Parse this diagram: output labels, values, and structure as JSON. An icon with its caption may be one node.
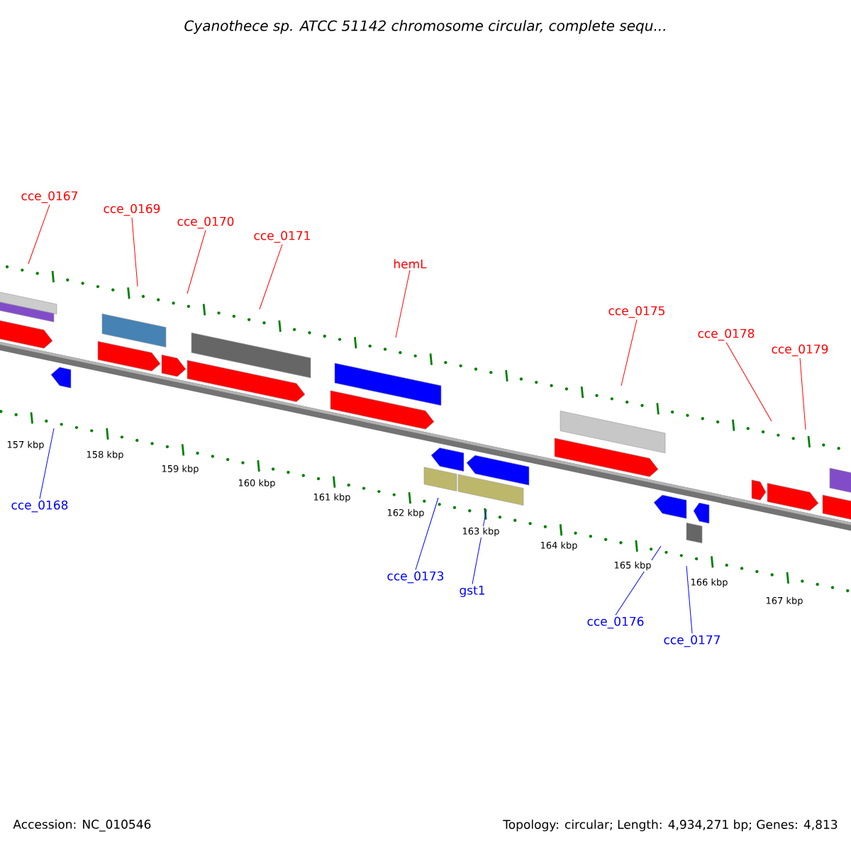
{
  "diagram": {
    "title": "Cyanothece sp. ATCC 51142 chromosome circular, complete sequ...",
    "nodes": [
      {
        "text": [
          "cce_0167"
        ]
      },
      {
        "text": [
          "cce_0168"
        ]
      },
      {
        "text": [
          "cce_0169"
        ]
      },
      {
        "text": [
          "cce_0170"
        ]
      },
      {
        "text": [
          "cce_0171"
        ]
      },
      {
        "text": [
          "hemL"
        ]
      },
      {
        "text": [
          "cce_0173"
        ]
      },
      {
        "text": [
          "gst1"
        ]
      },
      {
        "text": [
          "cce_0175"
        ]
      },
      {
        "text": [
          "cce_0176"
        ]
      },
      {
        "text": [
          "cce_0177"
        ]
      },
      {
        "text": [
          "cce_0178"
        ]
      },
      {
        "text": [
          "cce_0179"
        ]
      }
    ],
    "edges": [
      {
        "from": 0,
        "to": null,
        "arrow": "none"
      },
      {
        "from": 1,
        "to": null,
        "arrow": "none",
        "color": "#0000ff"
      },
      {
        "from": 2,
        "to": null,
        "arrow": "none"
      },
      {
        "from": 3,
        "to": null,
        "arrow": "none"
      },
      {
        "from": 4,
        "to": null,
        "arrow": "none"
      },
      {
        "from": 5,
        "to": null,
        "arrow": "none"
      },
      {
        "from": 6,
        "to": null,
        "arrow": "none",
        "color": "#0000ff"
      },
      {
        "from": 7,
        "to": null,
        "arrow": "none",
        "color": "#0000ff"
      },
      {
        "from": 8,
        "to": null,
        "arrow": "none"
      },
      {
        "from": 9,
        "to": null,
        "arrow": "none",
        "color": "#0000ff"
      },
      {
        "from": 10,
        "to": null,
        "arrow": "none",
        "color": "#0000ff"
      },
      {
        "from": 11,
        "to": null,
        "arrow": "none"
      },
      {
        "from": 12,
        "to": null,
        "arrow": "none"
      }
    ],
    "labels": [
      "157 kbp",
      "158 kbp",
      "159 kbp",
      "160 kbp",
      "161 kbp",
      "162 kbp",
      "163 kbp",
      "164 kbp",
      "165 kbp",
      "166 kbp",
      "167 kbp",
      "Accession: NC_010546",
      "Topology: circular; Length: 4,934,271 bp; Genes: 4,813"
    ]
  }
}
